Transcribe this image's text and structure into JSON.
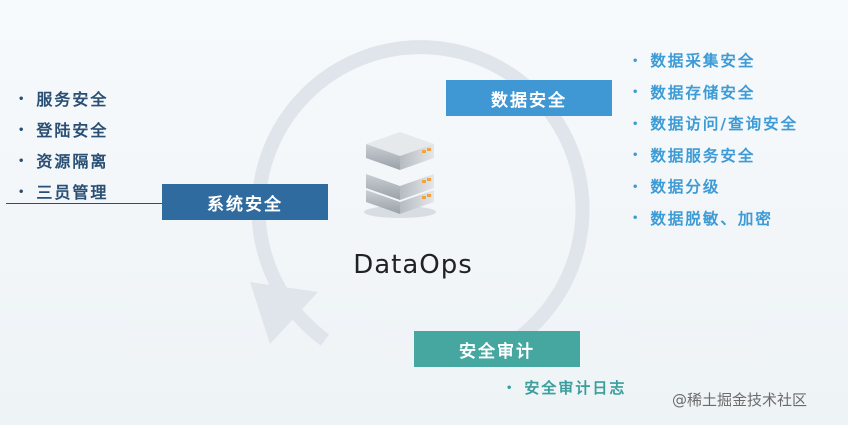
{
  "center": {
    "title": "DataOps",
    "icon": "server-stack-icon"
  },
  "tags": {
    "system": "系统安全",
    "data": "数据安全",
    "audit": "安全审计"
  },
  "left_list": [
    "服务安全",
    "登陆安全",
    "资源隔离",
    "三员管理"
  ],
  "right_list": [
    "数据采集安全",
    "数据存储安全",
    "数据访问/查询安全",
    "数据服务安全",
    "数据分级",
    "数据脱敏、加密"
  ],
  "bottom_list": [
    "安全审计日志"
  ],
  "bullet": "•",
  "watermark": "@稀土掘金技术社区",
  "colors": {
    "system_tag": "#2f6b9e",
    "data_tag": "#3f97d3",
    "audit_tag": "#46a7a0",
    "left_text": "#2a4f74",
    "right_text": "#3d9bd6",
    "bottom_text": "#3a9e9c",
    "cycle_arrow": "#dfe5ea"
  }
}
